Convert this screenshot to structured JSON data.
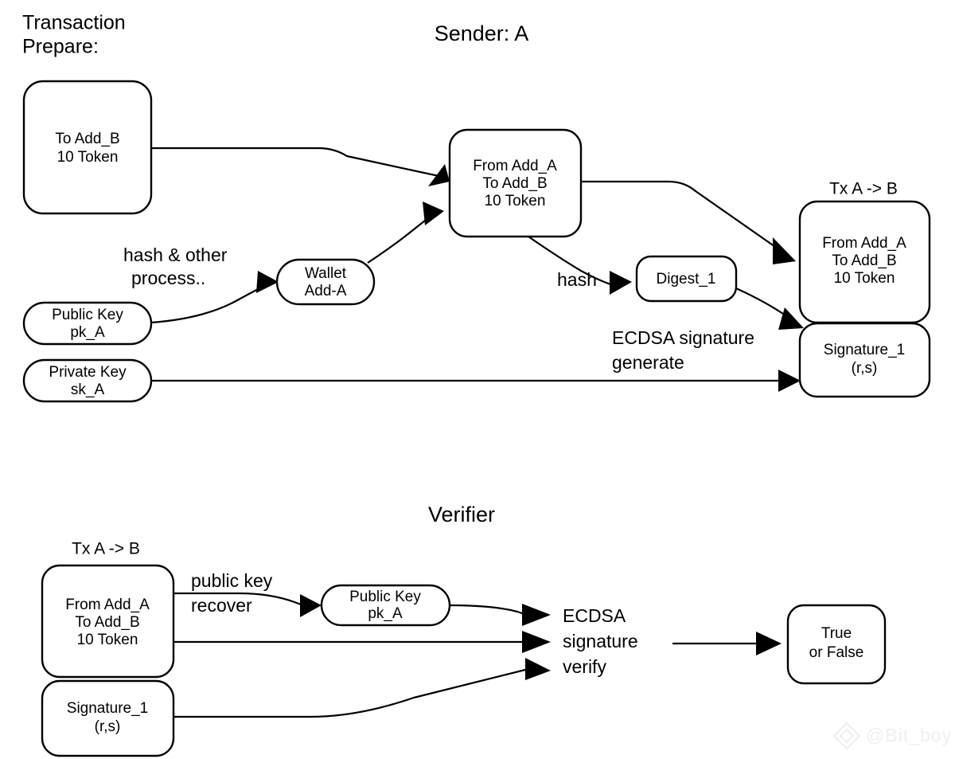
{
  "diagram": {
    "title_top_left": [
      "Transaction",
      "Prepare:"
    ],
    "sections": [
      {
        "id": "sender",
        "title": "Sender: A"
      },
      {
        "id": "verifier",
        "title": "Verifier"
      }
    ],
    "group_titles": [
      {
        "id": "tx-group-sender",
        "label": "Tx A -> B"
      },
      {
        "id": "tx-group-verifier",
        "label": "Tx A -> B"
      }
    ],
    "nodes": [
      {
        "id": "to-add-b",
        "lines": [
          "To Add_B",
          "10 Token"
        ]
      },
      {
        "id": "public-key-sender",
        "lines": [
          "Public Key",
          "pk_A"
        ]
      },
      {
        "id": "private-key-sender",
        "lines": [
          "Private Key",
          "sk_A"
        ]
      },
      {
        "id": "wallet-add-a",
        "lines": [
          "Wallet",
          "Add-A"
        ]
      },
      {
        "id": "from-add-a-tx",
        "lines": [
          "From Add_A",
          "To Add_B",
          "10 Token"
        ]
      },
      {
        "id": "digest-1",
        "lines": [
          "Digest_1"
        ]
      },
      {
        "id": "tx-from-add-a",
        "lines": [
          "From Add_A",
          "To Add_B",
          "10 Token"
        ]
      },
      {
        "id": "signature-1-sender",
        "lines": [
          "Signature_1",
          "(r,s)"
        ]
      },
      {
        "id": "verifier-tx",
        "lines": [
          "From Add_A",
          "To Add_B",
          "10 Token"
        ]
      },
      {
        "id": "verifier-signature",
        "lines": [
          "Signature_1",
          "(r,s)"
        ]
      },
      {
        "id": "public-key-verifier",
        "lines": [
          "Public Key",
          "pk_A"
        ]
      },
      {
        "id": "true-or-false",
        "lines": [
          "True",
          "or False"
        ]
      }
    ],
    "edge_labels": [
      {
        "id": "hash-other-process",
        "lines": [
          "hash & other",
          "process.."
        ]
      },
      {
        "id": "hash",
        "lines": [
          "hash"
        ]
      },
      {
        "id": "ecdsa-generate",
        "lines": [
          "ECDSA signature",
          "generate"
        ]
      },
      {
        "id": "public-key-recover",
        "lines": [
          "public key",
          "recover"
        ]
      },
      {
        "id": "ecdsa-verify",
        "lines": [
          "ECDSA",
          "signature",
          "verify"
        ]
      }
    ],
    "watermark": {
      "handle": "@Bit_boy"
    },
    "colors": {
      "stroke": "#000000",
      "background": "#ffffff",
      "watermark": "#eceff1"
    }
  }
}
